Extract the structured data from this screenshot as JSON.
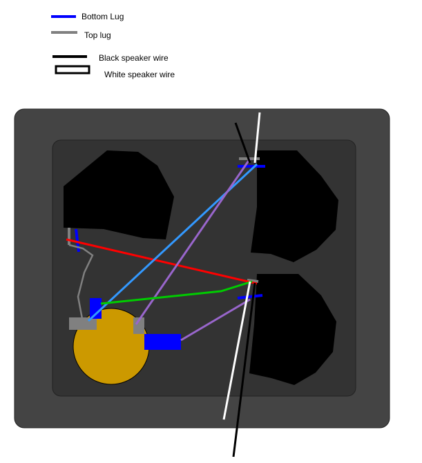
{
  "legend": {
    "bottom_lug": {
      "label": "Bottom Lug",
      "color": "#0000ff"
    },
    "top_lug": {
      "label": "Top lug",
      "color": "#808080"
    },
    "black_wire": {
      "label": "Black speaker wire",
      "color": "#000000"
    },
    "white_wire": {
      "label": "White speaker wire",
      "color": "#ffffff"
    }
  },
  "colors": {
    "cabinet_outer": "#444444",
    "cabinet_inner": "#333333",
    "speaker": "#000000",
    "pot": "#cc9900",
    "wire_red": "#ff0000",
    "wire_light_blue": "#3399ff",
    "wire_purple": "#9966cc",
    "wire_green": "#00cc00"
  }
}
